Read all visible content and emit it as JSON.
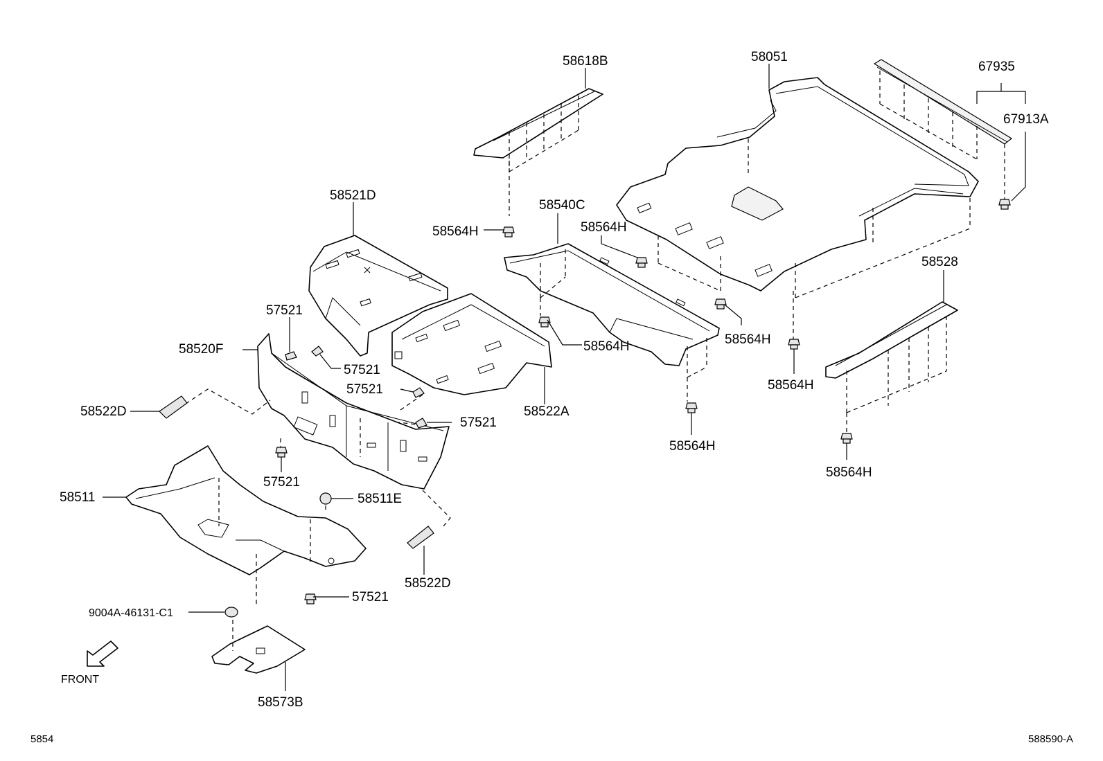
{
  "labels": {
    "p58618B": "58618B",
    "p58051": "58051",
    "p67935": "67935",
    "p67913A": "67913A",
    "p58521D": "58521D",
    "p58540C": "58540C",
    "p58564H_a": "58564H",
    "p58564H_b": "58564H",
    "p58564H_c": "58564H",
    "p58564H_d": "58564H",
    "p58564H_e": "58564H",
    "p58564H_f": "58564H",
    "p58564H_g": "58564H",
    "p58528": "58528",
    "p57521_a": "57521",
    "p57521_b": "57521",
    "p57521_c": "57521",
    "p57521_d": "57521",
    "p57521_e": "57521",
    "p57521_f": "57521",
    "p58520F": "58520F",
    "p58522D_a": "58522D",
    "p58522D_b": "58522D",
    "p58522A": "58522A",
    "p58511": "58511",
    "p58511E": "58511E",
    "p9004A": "9004A-46131-C1",
    "p58573B": "58573B",
    "front": "FRONT"
  },
  "footer": {
    "left_code": "5854",
    "right_code": "588590-A"
  }
}
